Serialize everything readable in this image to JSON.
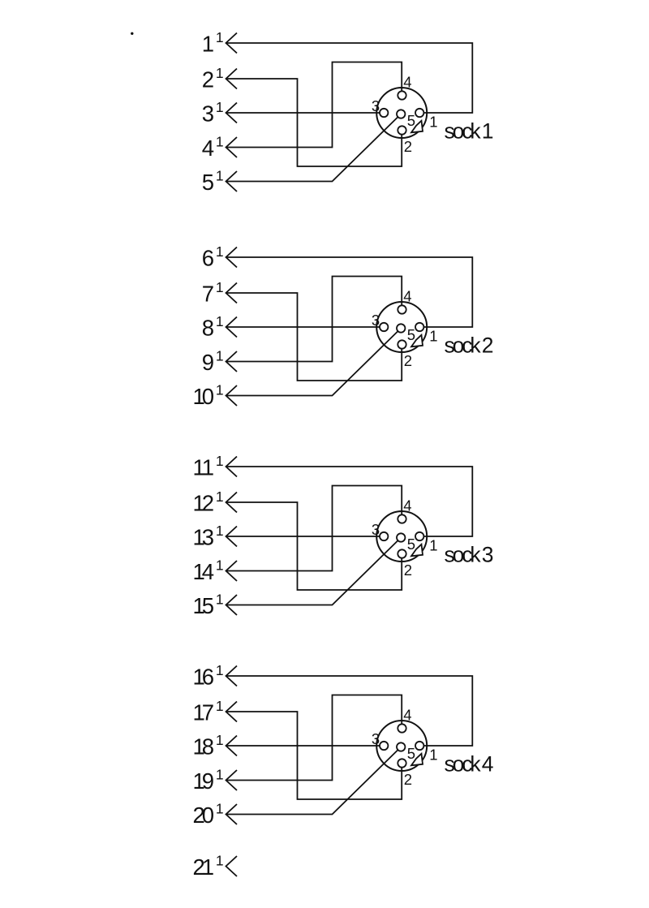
{
  "diagram": {
    "colors": {
      "background": "#ffffff",
      "ink": "#111111"
    },
    "socks": [
      {
        "label": "sock 1",
        "pins": [
          "1",
          "2",
          "3",
          "4",
          "5"
        ],
        "terminals": [
          {
            "number": "1",
            "sup": "1",
            "pin": "1"
          },
          {
            "number": "2",
            "sup": "1",
            "pin": "2"
          },
          {
            "number": "3",
            "sup": "1",
            "pin": "3"
          },
          {
            "number": "4",
            "sup": "1",
            "pin": "4"
          },
          {
            "number": "5",
            "sup": "1",
            "pin": "5"
          }
        ]
      },
      {
        "label": "sock 2",
        "pins": [
          "1",
          "2",
          "3",
          "4",
          "5"
        ],
        "terminals": [
          {
            "number": "6",
            "sup": "1",
            "pin": "1"
          },
          {
            "number": "7",
            "sup": "1",
            "pin": "2"
          },
          {
            "number": "8",
            "sup": "1",
            "pin": "3"
          },
          {
            "number": "9",
            "sup": "1",
            "pin": "4"
          },
          {
            "number": "10",
            "sup": "1",
            "pin": "5"
          }
        ]
      },
      {
        "label": "sock 3",
        "pins": [
          "1",
          "2",
          "3",
          "4",
          "5"
        ],
        "terminals": [
          {
            "number": "11",
            "sup": "1",
            "pin": "1"
          },
          {
            "number": "12",
            "sup": "1",
            "pin": "2"
          },
          {
            "number": "13",
            "sup": "1",
            "pin": "3"
          },
          {
            "number": "14",
            "sup": "1",
            "pin": "4"
          },
          {
            "number": "15",
            "sup": "1",
            "pin": "5"
          }
        ]
      },
      {
        "label": "sock 4",
        "pins": [
          "1",
          "2",
          "3",
          "4",
          "5"
        ],
        "terminals": [
          {
            "number": "16",
            "sup": "1",
            "pin": "1"
          },
          {
            "number": "17",
            "sup": "1",
            "pin": "2"
          },
          {
            "number": "18",
            "sup": "1",
            "pin": "3"
          },
          {
            "number": "19",
            "sup": "1",
            "pin": "4"
          },
          {
            "number": "20",
            "sup": "1",
            "pin": "5"
          }
        ]
      }
    ],
    "tail_terminal": {
      "number": "21",
      "sup": "1"
    }
  }
}
